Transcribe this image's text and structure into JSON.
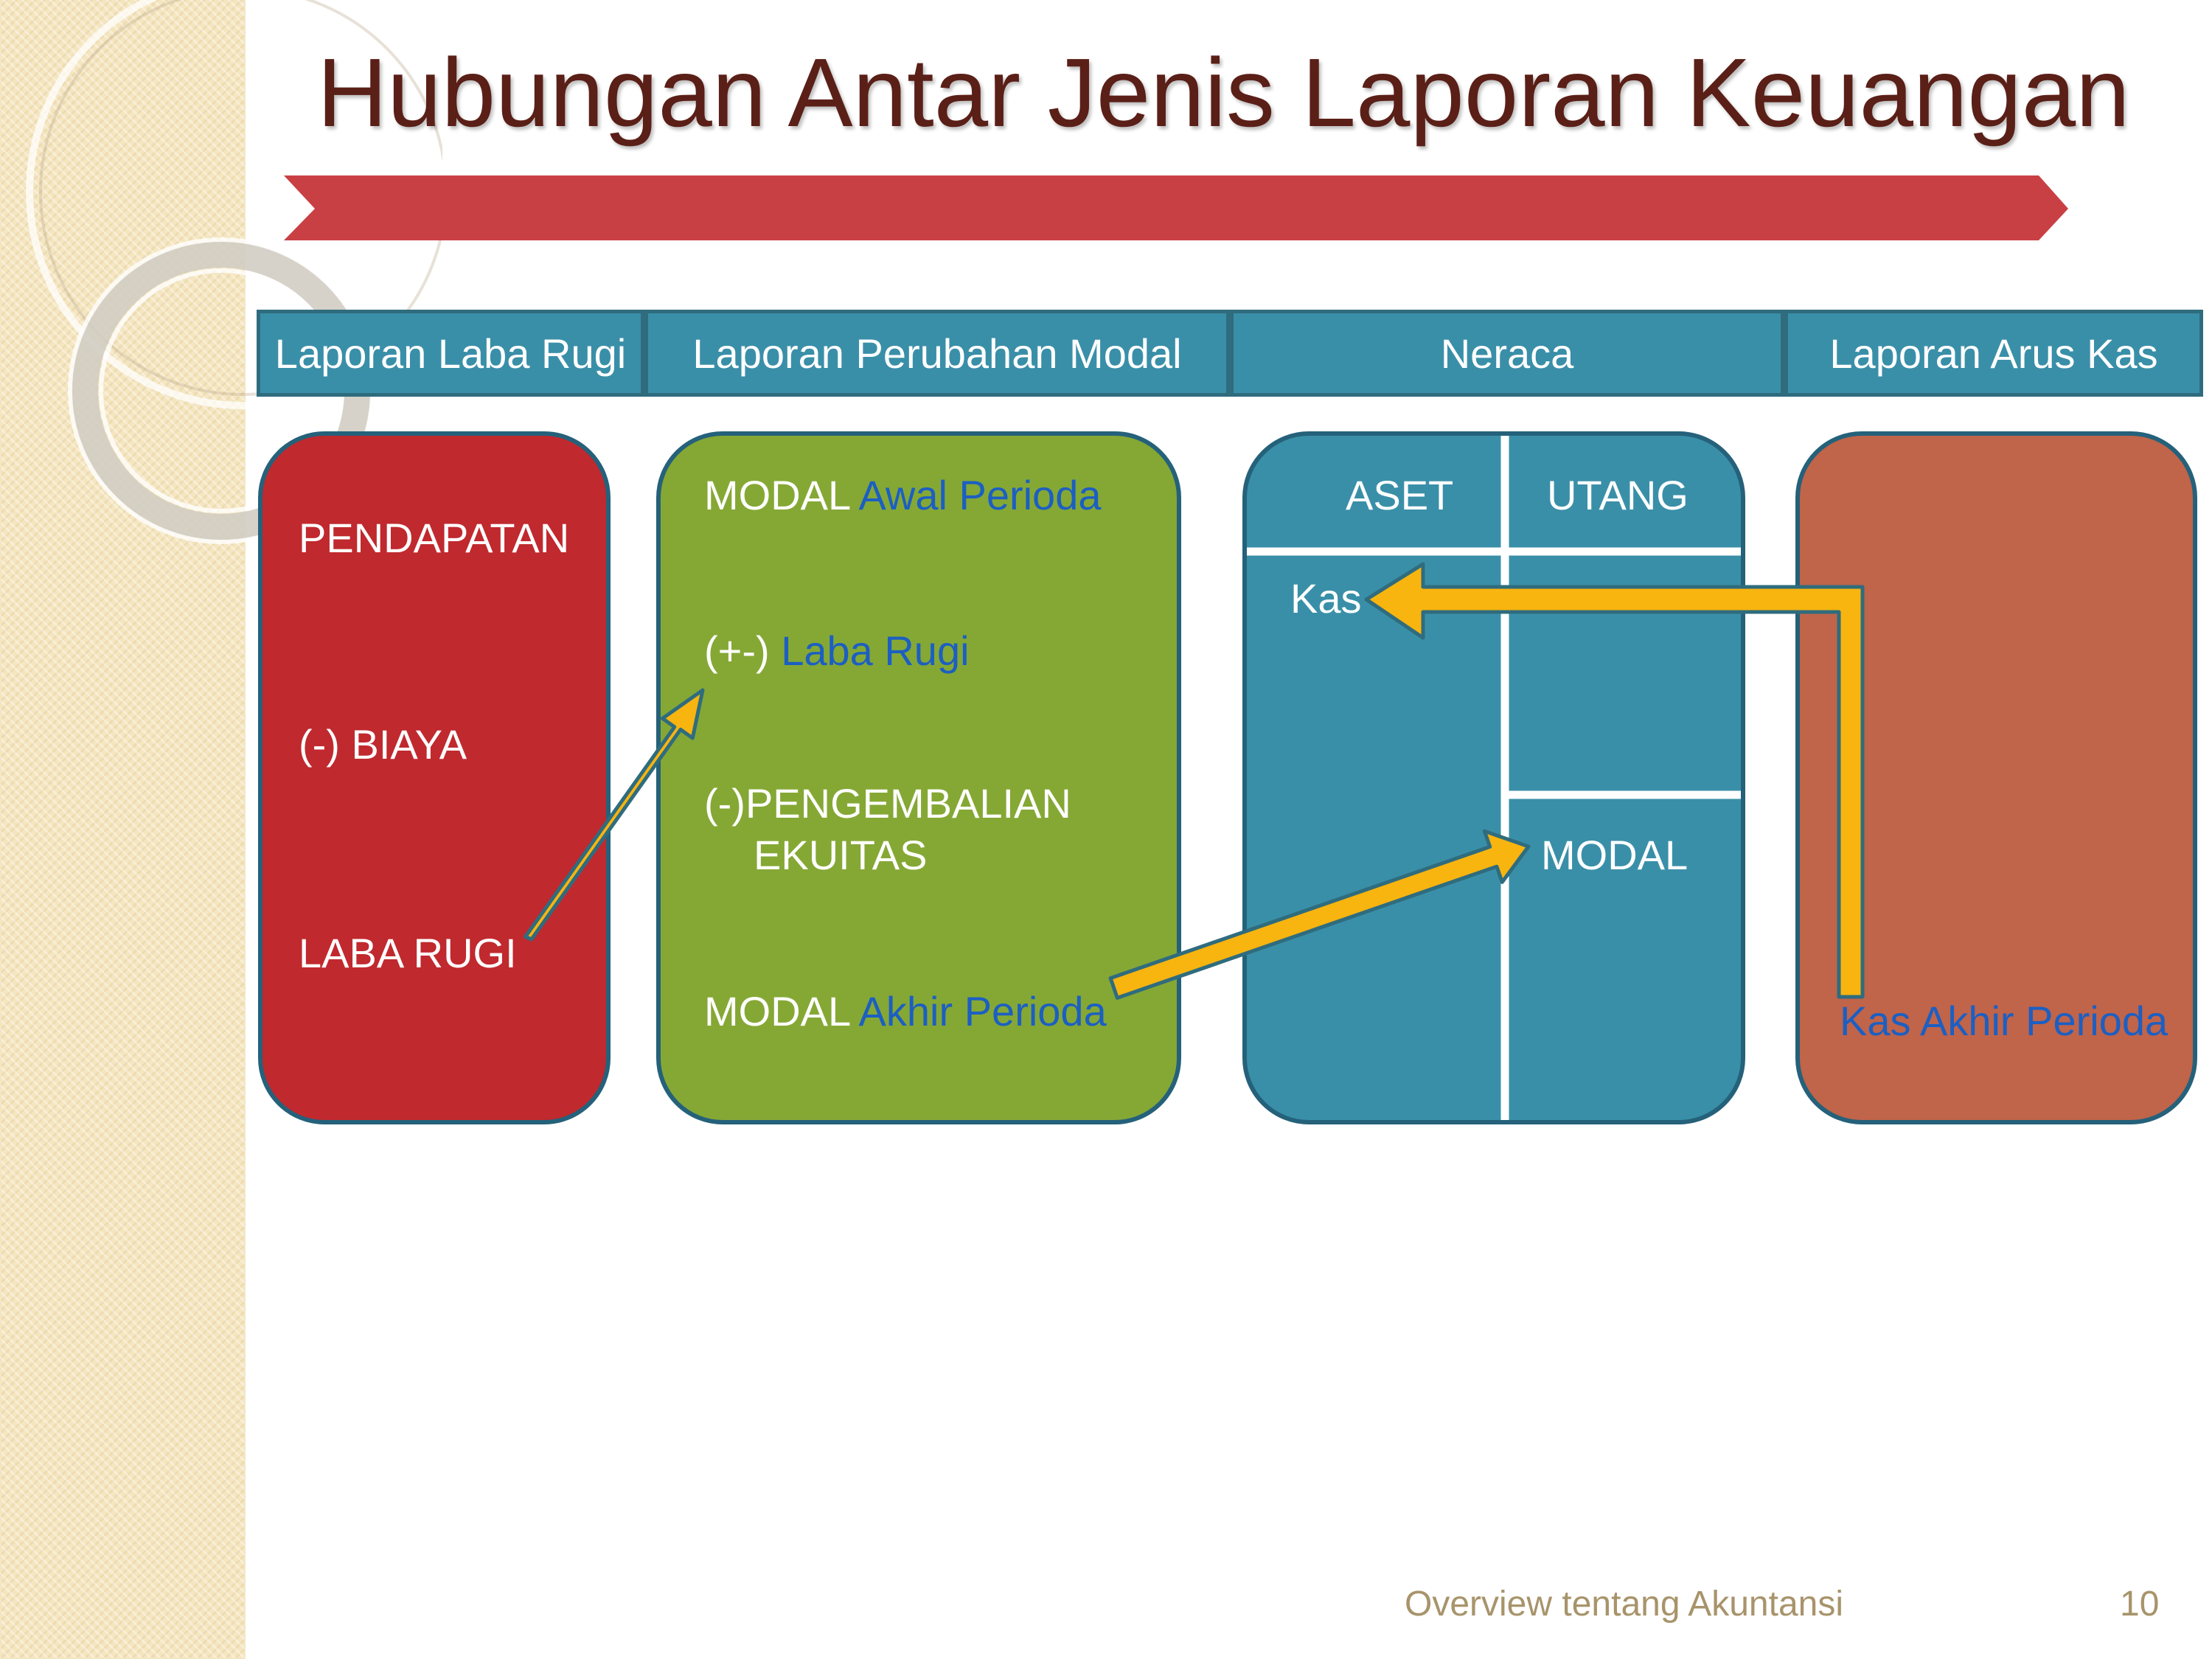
{
  "title": "Hubungan Antar Jenis Laporan Keuangan",
  "tabs": [
    {
      "label": "Laporan Laba Rugi"
    },
    {
      "label": "Laporan Perubahan Modal"
    },
    {
      "label": "Neraca"
    },
    {
      "label": "Laporan Arus Kas"
    }
  ],
  "laba_rugi": {
    "pendapatan": "PENDAPATAN",
    "biaya": "(-) BIAYA",
    "laba_rugi": "LABA RUGI"
  },
  "perubahan_modal": {
    "modal_awal_prefix": "MODAL",
    "modal_awal_highlight": "Awal Perioda",
    "laba_rugi_prefix": "(+-)",
    "laba_rugi_highlight": "Laba Rugi",
    "pengembalian_line1": "(-)PENGEMBALIAN",
    "pengembalian_line2": "EKUITAS",
    "modal_akhir_prefix": "MODAL",
    "modal_akhir_highlight": "Akhir Perioda"
  },
  "neraca": {
    "aset": "ASET",
    "utang": "UTANG",
    "kas": "Kas",
    "modal": "MODAL"
  },
  "arus_kas": {
    "kas_akhir": "Kas Akhir Perioda"
  },
  "footer": {
    "text": "Overview tentang Akuntansi",
    "page": "10"
  },
  "colors": {
    "title": "#5a1f17",
    "banner": "#c94044",
    "tab": "#3a8fa8",
    "laba_rugi_box": "#c0292e",
    "modal_box": "#85a835",
    "neraca_box": "#3a8fa8",
    "arus_kas_box": "#c0644a",
    "arrow": "#f8b40f",
    "highlight_text": "#1c5fc2"
  }
}
